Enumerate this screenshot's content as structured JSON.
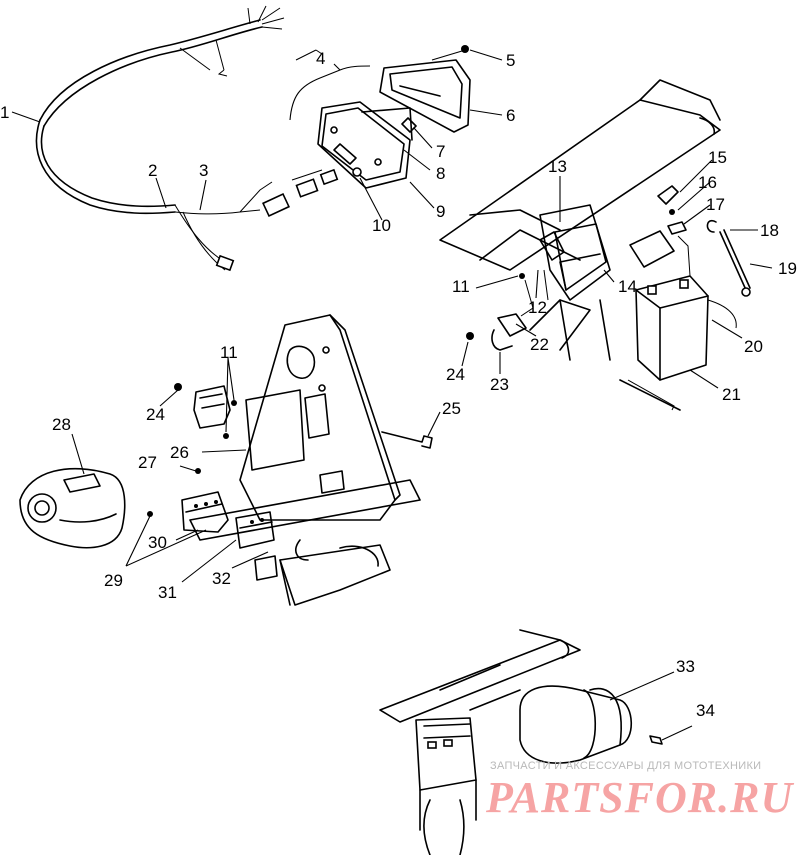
{
  "diagram": {
    "callouts": [
      "1",
      "2",
      "3",
      "4",
      "5",
      "6",
      "7",
      "8",
      "9",
      "10",
      "11",
      "12",
      "13",
      "14",
      "15",
      "16",
      "17",
      "18",
      "19",
      "20",
      "21",
      "22",
      "23",
      "24",
      "25",
      "26",
      "27",
      "28",
      "29",
      "30",
      "31",
      "32",
      "33",
      "34"
    ],
    "duplicate_callouts": {
      "11b": "11",
      "24b": "24"
    }
  },
  "watermark": {
    "tagline": "ЗАПЧАСТИ И АКСЕССУАРЫ ДЛЯ МОТОТЕХНИКИ",
    "logo": "PARTSFOR.RU"
  }
}
